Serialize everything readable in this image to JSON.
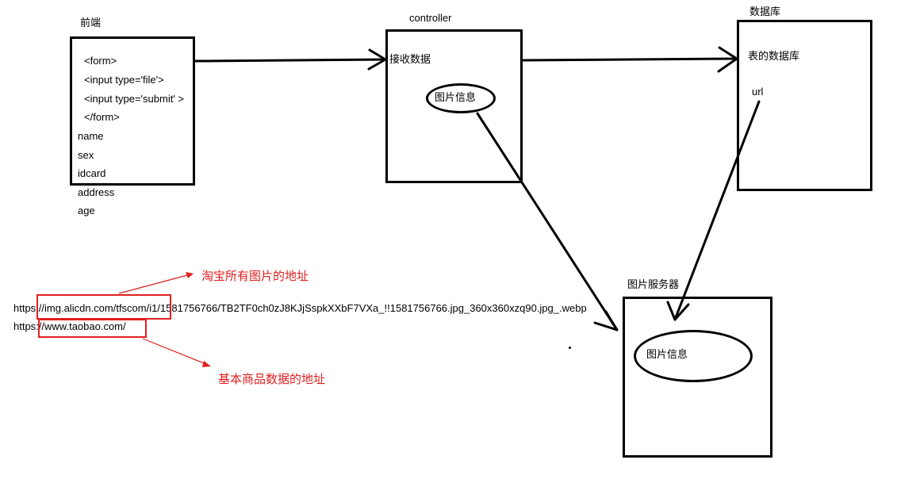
{
  "frontend": {
    "title": "前端",
    "lines": [
      "<form>",
      "<input type='file'>",
      "<input type='submit' >",
      "</form>"
    ],
    "fields": [
      "name",
      "sex",
      "idcard",
      "address",
      "age"
    ]
  },
  "controller": {
    "title": "controller",
    "receive_label": "接收数据",
    "image_info": "图片信息"
  },
  "database": {
    "title": "数据库",
    "table_label": "表的数据库",
    "url_label": "url"
  },
  "image_server": {
    "title": "图片服务器",
    "image_info": "图片信息"
  },
  "urls": {
    "taobao_image": "https://img.alicdn.com/tfscom/i1/1581756766/TB2TF0ch0zJ8KJjSspkXXbF7VXa_!!1581756766.jpg_360x360xzq90.jpg_.webp",
    "taobao_home": "https://www.taobao.com/"
  },
  "annotations": {
    "image_address": "淘宝所有图片的地址",
    "product_address": "基本商品数据的地址"
  },
  "colors": {
    "stroke": "#000000",
    "annotation": "#e02020",
    "background": "#ffffff"
  }
}
